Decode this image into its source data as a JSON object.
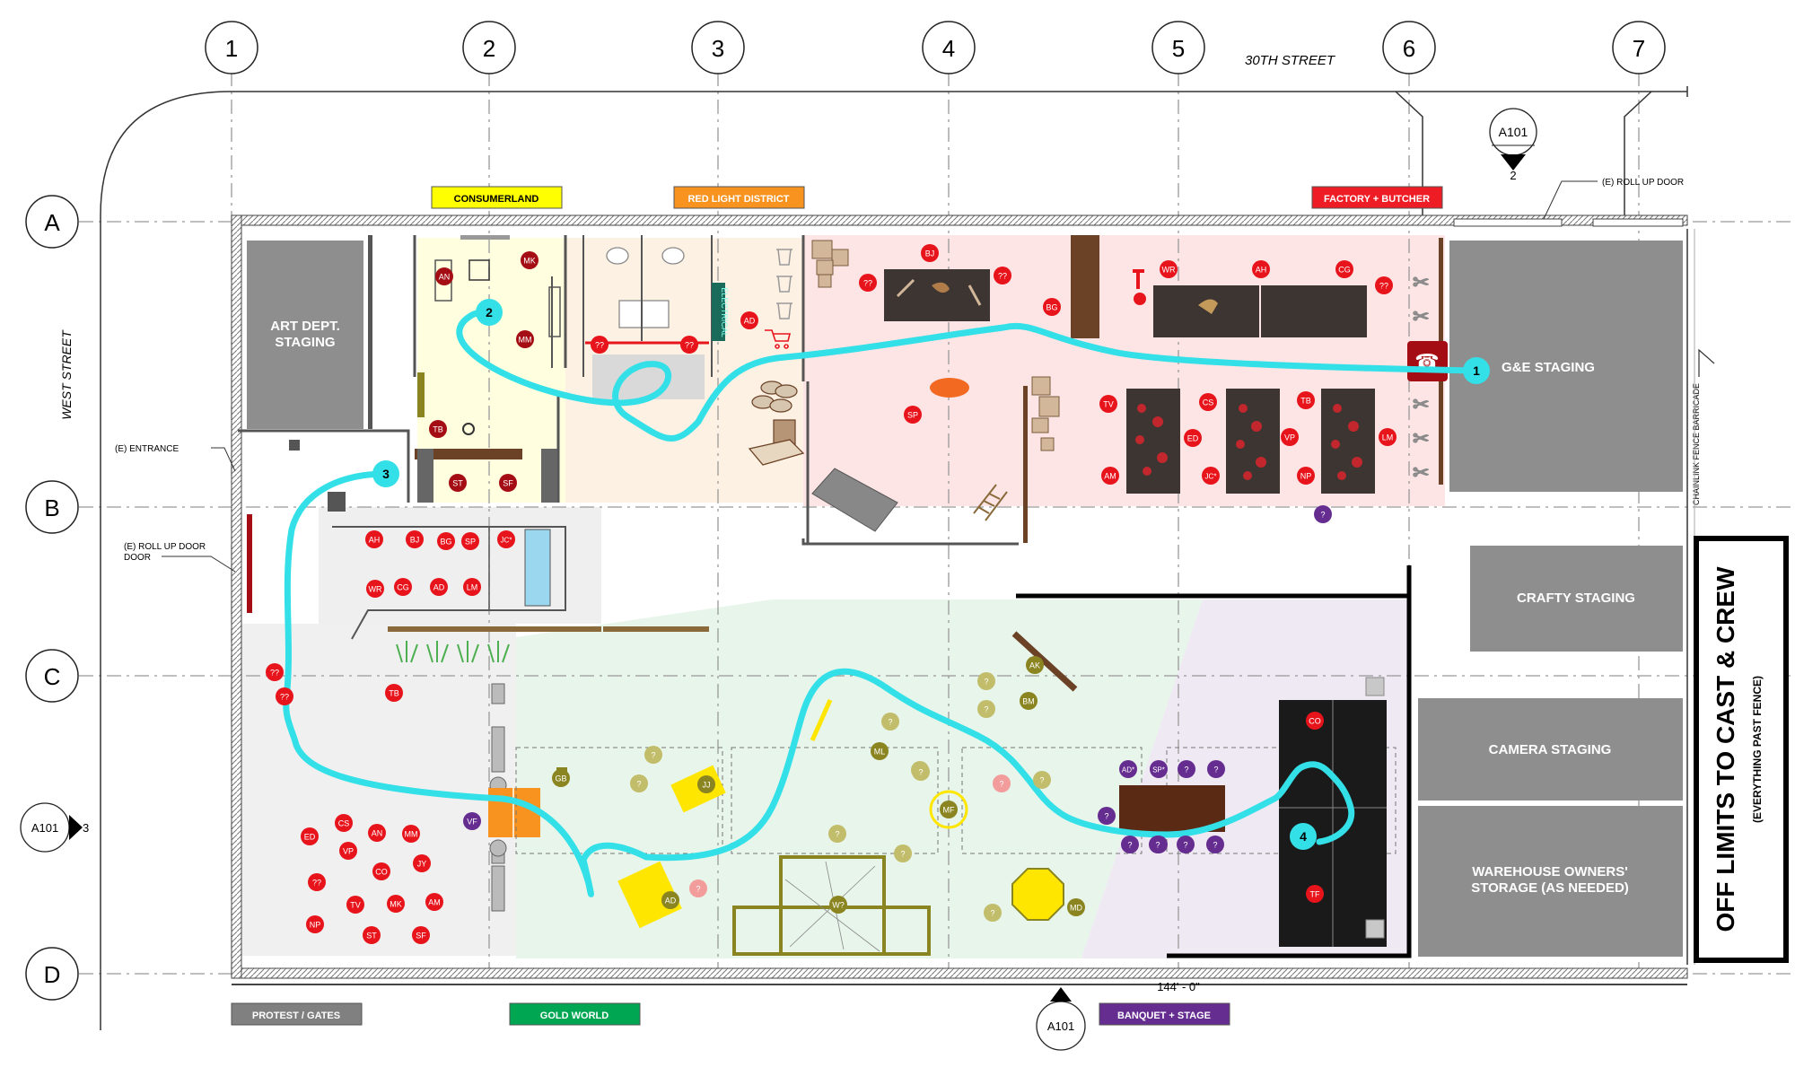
{
  "grid": {
    "columns": [
      "1",
      "2",
      "3",
      "4",
      "5",
      "6",
      "7"
    ],
    "rows": [
      "A",
      "B",
      "C",
      "D"
    ]
  },
  "streets": {
    "north": "30TH STREET",
    "west": "WEST STREET",
    "east_fence": "CHAINLINK FENCE BARRICADE"
  },
  "callouts": {
    "a101_top": {
      "sheet": "A101",
      "num": "2"
    },
    "a101_left": {
      "sheet": "A101",
      "num": "3"
    },
    "a101_bottom": {
      "sheet": "A101",
      "num": ""
    }
  },
  "notes": {
    "roll_up_door_top": "(E) ROLL UP DOOR",
    "entrance": "(E) ENTRANCE",
    "roll_up_door_left": "(E) ROLL UP DOOR",
    "dimension": "144' - 0\"",
    "electrical": "ELECTRICAL"
  },
  "zone_tags": {
    "consumerland": {
      "label": "CONSUMERLAND",
      "color": "#ffff00"
    },
    "red_light": {
      "label": "RED LIGHT DISTRICT",
      "color": "#f7931e"
    },
    "factory": {
      "label": "FACTORY + BUTCHER",
      "color": "#ee1c24"
    },
    "protest": {
      "label": "PROTEST / GATES",
      "color": "#808080"
    },
    "gold": {
      "label": "GOLD WORLD",
      "color": "#00a651"
    },
    "banquet": {
      "label": "BANQUET + STAGE",
      "color": "#662d91"
    }
  },
  "staging": {
    "art": "ART DEPT. STAGING",
    "ge": "G&E STAGING",
    "crafty": "CRAFTY STAGING",
    "camera": "CAMERA STAGING",
    "warehouse": "WAREHOUSE OWNERS' STORAGE (AS NEEDED)"
  },
  "off_limits": {
    "title": "OFF LIMITS TO CAST & CREW",
    "subtitle": "(EVERYTHING PAST FENCE)"
  },
  "path_markers": [
    "1",
    "2",
    "3",
    "4"
  ],
  "colors": {
    "path": "#33e0e8",
    "red": "#e8141c",
    "darkred": "#a50d14",
    "purple": "#662d91",
    "olive": "#8a8520",
    "gray_block": "#8e8e8e"
  },
  "cast": {
    "consumerland": [
      "AN",
      "MK",
      "MM",
      "TB",
      "ST",
      "SF"
    ],
    "red_light": [
      "??",
      "??",
      "AD"
    ],
    "meat": [
      "BJ",
      "??",
      "??",
      "BG",
      "SP"
    ],
    "factory": [
      "WR",
      "AH",
      "CG",
      "??",
      "TV",
      "CS",
      "TB",
      "ED",
      "VP",
      "LM",
      "AM",
      "JC*",
      "NP"
    ],
    "factory_purple": [
      "?"
    ],
    "holding": [
      "AH",
      "BJ",
      "BG",
      "SP",
      "JC*",
      "WR",
      "CG",
      "AD",
      "LM"
    ],
    "protest_side": [
      "??",
      "??",
      "TB"
    ],
    "protest_crowd": [
      "ED",
      "CS",
      "AN",
      "MM",
      "VP",
      "JY",
      "CO",
      "??",
      "TV",
      "MK",
      "AM",
      "NP",
      "ST",
      "SF"
    ],
    "protest_purple": [
      "VF"
    ],
    "gold": [
      "GB",
      "JJ",
      "ML",
      "MF",
      "AD",
      "W?",
      "AK",
      "BM",
      "MD"
    ],
    "gold_unknown": [
      "?",
      "?",
      "?",
      "?",
      "?",
      "?",
      "?",
      "?",
      "?",
      "?",
      "?"
    ],
    "gold_pink": [
      "?",
      "?"
    ],
    "banquet": [
      "AD*",
      "SP*",
      "?",
      "?",
      "?",
      "?",
      "?",
      "?",
      "?",
      "?"
    ],
    "stage": [
      "CO",
      "TF"
    ]
  }
}
